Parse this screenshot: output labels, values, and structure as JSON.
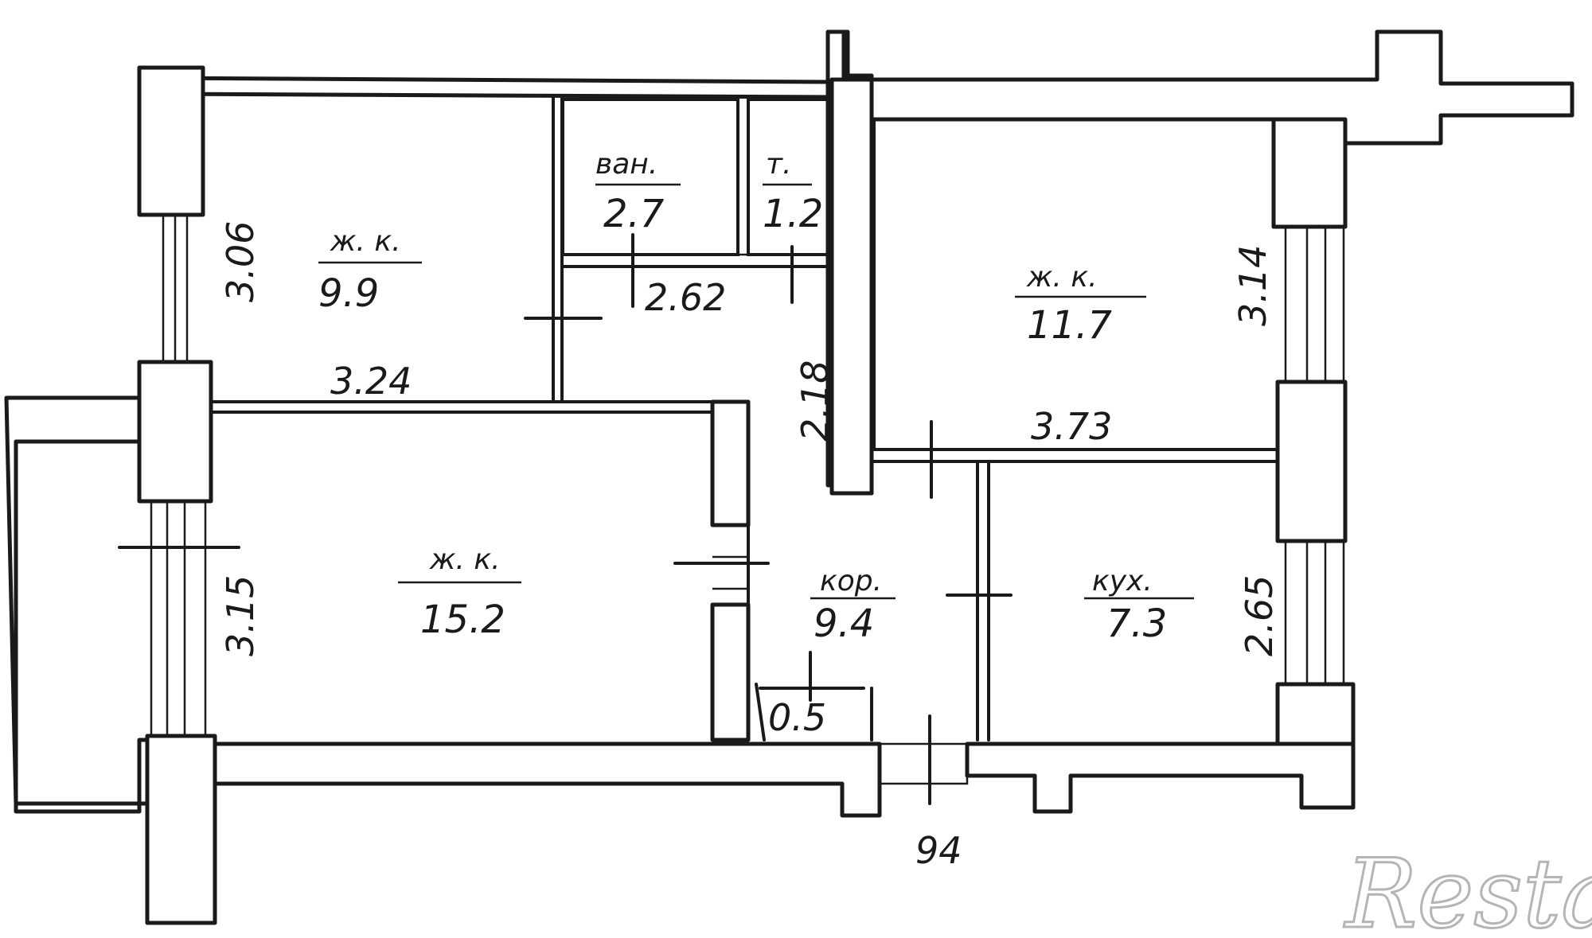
{
  "rooms": [
    {
      "id": "living-top-left",
      "name": "ж. к.",
      "area": "9.9"
    },
    {
      "id": "bathroom",
      "name": "ван.",
      "area": "2.7"
    },
    {
      "id": "toilet",
      "name": "т.",
      "area": "1.2"
    },
    {
      "id": "living-top-right",
      "name": "ж. к.",
      "area": "11.7"
    },
    {
      "id": "living-big",
      "name": "ж. к.",
      "area": "15.2"
    },
    {
      "id": "corridor",
      "name": "кор.",
      "area": "9.4"
    },
    {
      "id": "kitchen",
      "name": "кух.",
      "area": "7.3"
    }
  ],
  "dimensions": {
    "top_left_height": "3.06",
    "top_left_width": "3.24",
    "hall_width": "2.62",
    "hall_height": "2.18",
    "top_right_height": "3.14",
    "top_right_width": "3.73",
    "big_room_height": "3.15",
    "kitchen_height": "2.65",
    "niche": "0.5",
    "unit_number": "94"
  },
  "watermark": "Restate",
  "colors": {
    "ink": "#1a1a1a",
    "paper": "#ffffff",
    "watermark": "#b5b5b5"
  }
}
